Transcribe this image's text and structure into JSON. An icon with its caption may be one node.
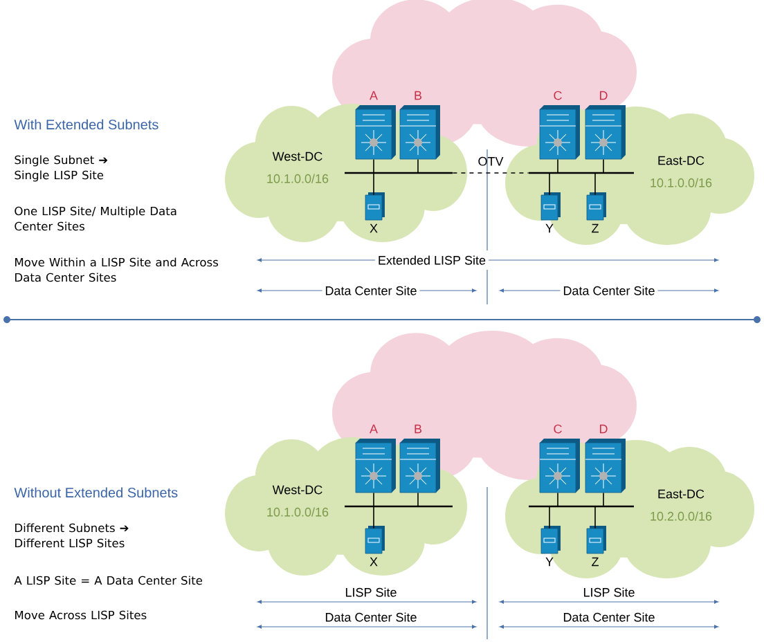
{
  "diagram": {
    "nodes": [
      {
        "text": [
          "West-DC",
          "10.1.0.0/16"
        ]
      },
      {
        "text": [
          "A"
        ]
      },
      {
        "text": [
          "B"
        ]
      },
      {
        "text": [],
        "shape": "bar",
        "in": 0
      },
      {
        "text": [
          "X"
        ],
        "in": 0
      },
      {
        "text": [
          "East-DC",
          "10.1.0.0/16"
        ]
      },
      {
        "text": [
          "C"
        ]
      },
      {
        "text": [
          "D"
        ]
      },
      {
        "text": [],
        "shape": "bar",
        "in": 5
      },
      {
        "text": [
          "Y"
        ],
        "in": 5
      },
      {
        "text": [
          "Z"
        ],
        "in": 5
      },
      {
        "text": [
          "West-DC",
          "10.1.0.0/16"
        ]
      },
      {
        "text": [
          "A"
        ]
      },
      {
        "text": [
          "B"
        ]
      },
      {
        "text": [],
        "shape": "bar",
        "in": 11
      },
      {
        "text": [
          "X"
        ],
        "in": 11
      },
      {
        "text": [
          "East-DC",
          "10.2.0.0/16"
        ]
      },
      {
        "text": [
          "C"
        ]
      },
      {
        "text": [
          "D"
        ]
      },
      {
        "text": [],
        "shape": "bar",
        "in": 16
      },
      {
        "text": [
          "Y"
        ],
        "in": 16
      },
      {
        "text": [
          "Z"
        ],
        "in": 16
      }
    ],
    "edges": [
      {
        "from": 1,
        "to": 3,
        "arrow": "none"
      },
      {
        "from": 2,
        "to": 3,
        "arrow": "none"
      },
      {
        "from": 3,
        "to": 4,
        "arrow": "none"
      },
      {
        "from": 6,
        "to": 8,
        "arrow": "none"
      },
      {
        "from": 7,
        "to": 8,
        "arrow": "none"
      },
      {
        "from": 8,
        "to": 9,
        "arrow": "none"
      },
      {
        "from": 8,
        "to": 10,
        "arrow": "none"
      },
      {
        "from": 3,
        "to": 8,
        "arrow": "none",
        "label": "OTV",
        "style": "dashed"
      },
      {
        "from": 12,
        "to": 14,
        "arrow": "none"
      },
      {
        "from": 13,
        "to": 14,
        "arrow": "none"
      },
      {
        "from": 14,
        "to": 15,
        "arrow": "none"
      },
      {
        "from": 17,
        "to": 19,
        "arrow": "none"
      },
      {
        "from": 18,
        "to": 19,
        "arrow": "none"
      },
      {
        "from": 19,
        "to": 20,
        "arrow": "none"
      },
      {
        "from": 19,
        "to": 21,
        "arrow": "none"
      }
    ],
    "labels": [
      "With Extended Subnets",
      "Single Subnet ➔ Single LISP Site",
      "One LISP Site/ Multiple Data Center Sites",
      "Move Within a LISP Site and Across Data Center Sites",
      "Extended LISP Site",
      "Data Center Site",
      "Data Center Site",
      "Without Extended Subnets",
      "Different Subnets ➔ Different LISP Sites",
      "A LISP Site = A Data Center Site",
      "Move Across LISP Sites",
      "LISP Site",
      "LISP Site",
      "Data Center Site",
      "Data Center Site"
    ]
  }
}
